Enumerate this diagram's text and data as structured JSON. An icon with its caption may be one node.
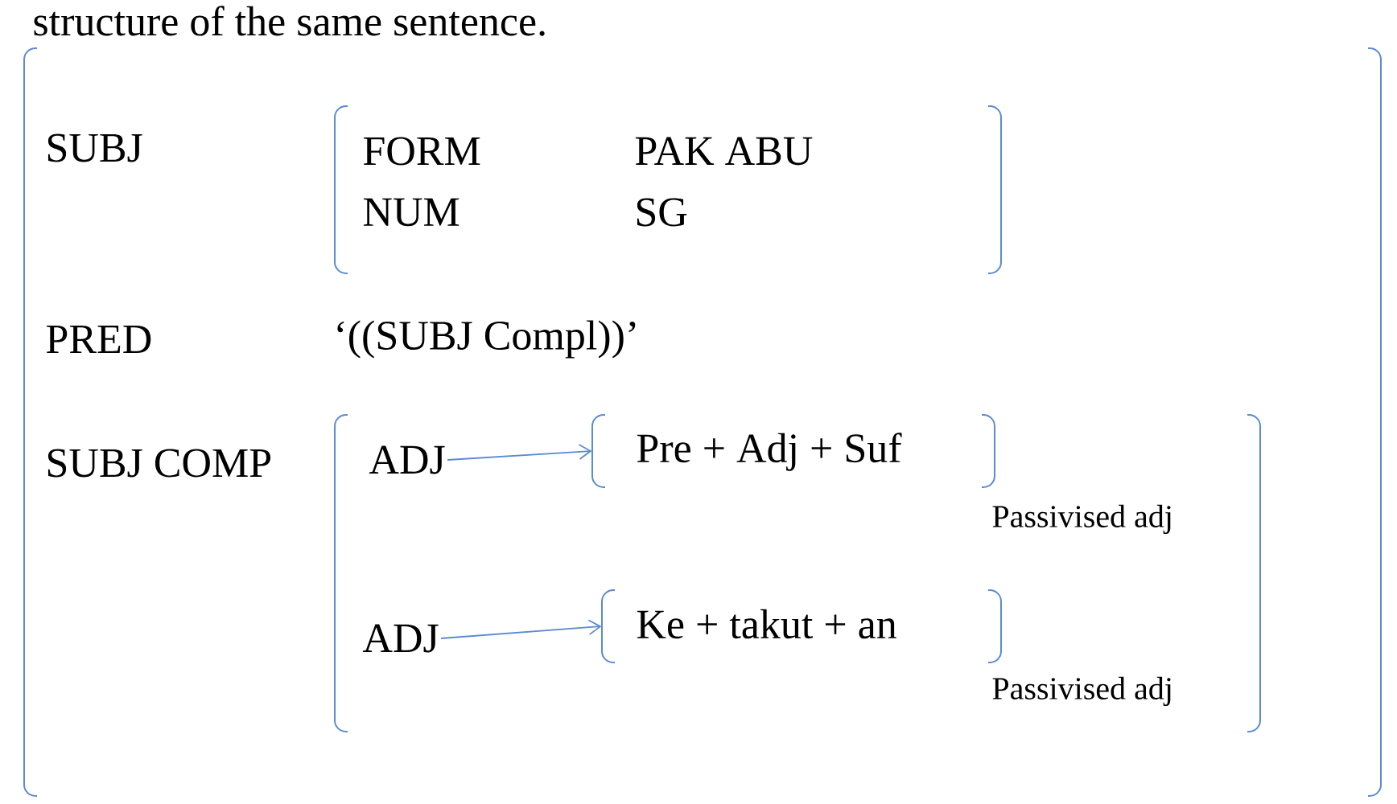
{
  "diagram": {
    "nodes": [
      {
        "text": [
          "SUBJ",
          "PRED",
          "‘((SUBJ Compl))’",
          "SUBJ COMP"
        ]
      },
      {
        "text": [
          "FORM",
          "PAK ABU",
          "NUM",
          "SG"
        ],
        "in": 0
      },
      {
        "text": [],
        "shape": "bracket",
        "in": 0
      },
      {
        "text": [
          "ADJ"
        ],
        "in": 2
      },
      {
        "text": [
          "Pre + Adj + Suf"
        ],
        "beside": [
          "Passivised adj"
        ],
        "in": 2
      },
      {
        "text": [
          "ADJ"
        ],
        "in": 2
      },
      {
        "text": [
          "Ke + takut + an"
        ],
        "beside": [
          "Passivised adj"
        ],
        "in": 2
      }
    ],
    "edges": [
      {
        "from": 3,
        "to": 4,
        "arrow": "to"
      },
      {
        "from": 5,
        "to": 6,
        "arrow": "to"
      }
    ],
    "labels": [
      "structure of the same sentence."
    ]
  }
}
